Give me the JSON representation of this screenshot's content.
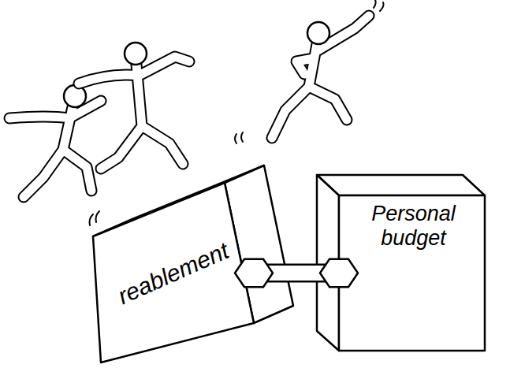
{
  "diagram": {
    "nodes": [
      {
        "text": [
          "reablement"
        ]
      },
      {
        "text": [
          "Personal budget"
        ]
      }
    ],
    "edges": [
      {
        "from": 0,
        "to": 1,
        "arrow": "none"
      }
    ]
  }
}
